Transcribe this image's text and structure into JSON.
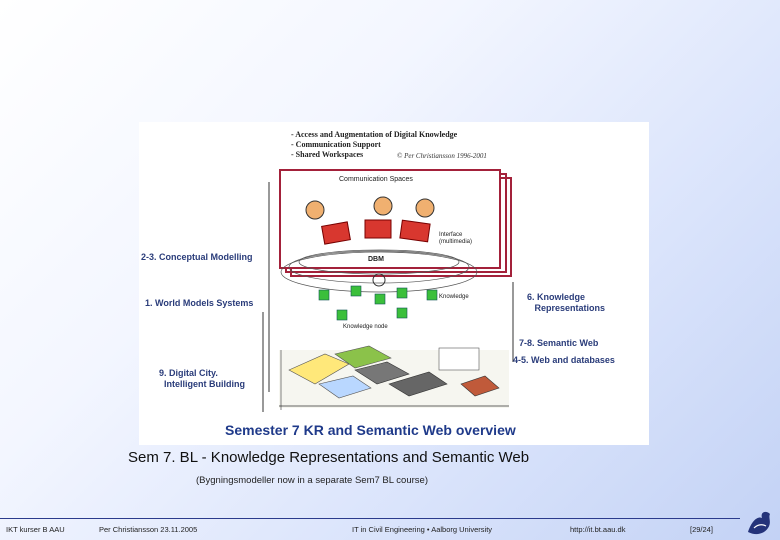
{
  "diagram": {
    "heading_lines": [
      "- Access and Augmentation of Digital Knowledge",
      "- Communication Support",
      "- Shared Workspaces"
    ],
    "copyright": "© Per Christiansson 1996-2001",
    "communication_spaces": "Communication Spaces",
    "interface": "Interface\n(multimedia)",
    "dbm": "DBM",
    "knowledge": "Knowledge",
    "knowledge_node": "Knowledge node",
    "labels": {
      "conceptual_modelling": "2-3. Conceptual Modelling",
      "world_models": "1. World Models Systems",
      "digital_city": "9. Digital City.\n  Intelligent Building",
      "knowledge_representations": "6. Knowledge\n   Representations",
      "semantic_web": "7-8. Semantic Web",
      "web_databases": "4-5. Web and databases"
    },
    "inner_title": "Semester 7    KR and Semantic Web overview",
    "colors": {
      "frame": "#a3213a",
      "label": "#2a3c7a",
      "agent": "#d8372f",
      "node": "#3bbf3b"
    }
  },
  "caption": {
    "title": "Sem 7. BL - Knowledge Representations and Semantic Web",
    "subtitle": "(Bygningsmodeller now in a separate Sem7 BL course)"
  },
  "footer": {
    "course": "IKT kurser B AAU",
    "author_date": "Per Christiansson 23.11.2005",
    "department": "IT in Civil Engineering • Aalborg University",
    "url": "http://it.bt.aau.dk",
    "page": "[29/24]"
  }
}
